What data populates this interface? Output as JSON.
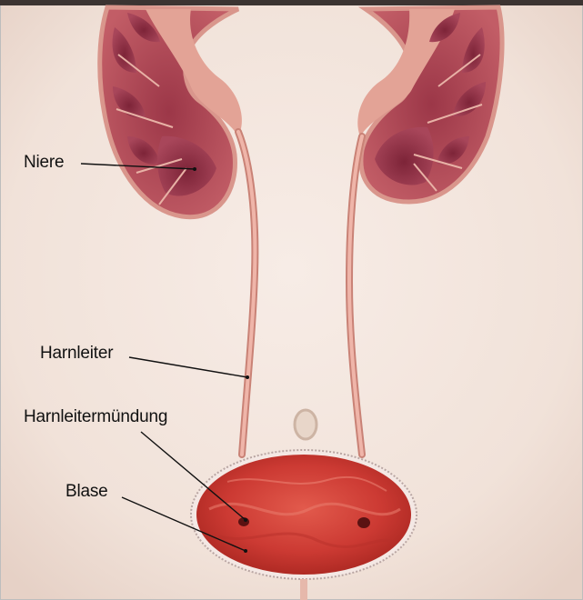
{
  "diagram": {
    "labels": {
      "kidney": "Niere",
      "ureter": "Harnleiter",
      "ureter_orifice": "Harnleitermündung",
      "bladder": "Blase"
    }
  },
  "colors": {
    "background": "#f1e2d9",
    "kidney_cortex": "#b04a58",
    "kidney_outline": "#d9968c",
    "ureter": "#dc9d92",
    "bladder": "#c7342e",
    "leader_line": "#111111"
  }
}
